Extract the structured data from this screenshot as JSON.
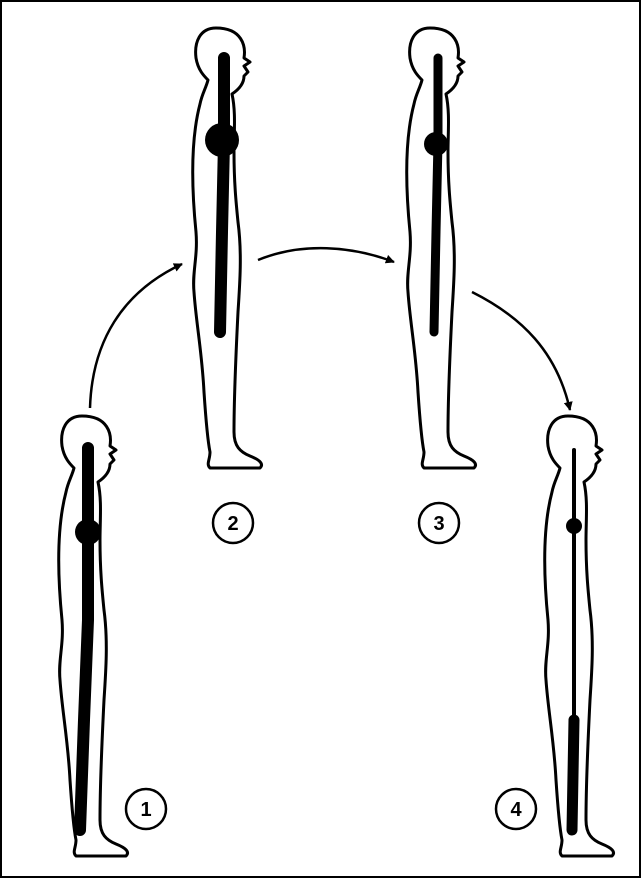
{
  "colors": {
    "line": "#000000",
    "background": "#ffffff"
  },
  "figures": [
    {
      "label": "1"
    },
    {
      "label": "2"
    },
    {
      "label": "3"
    },
    {
      "label": "4"
    }
  ]
}
